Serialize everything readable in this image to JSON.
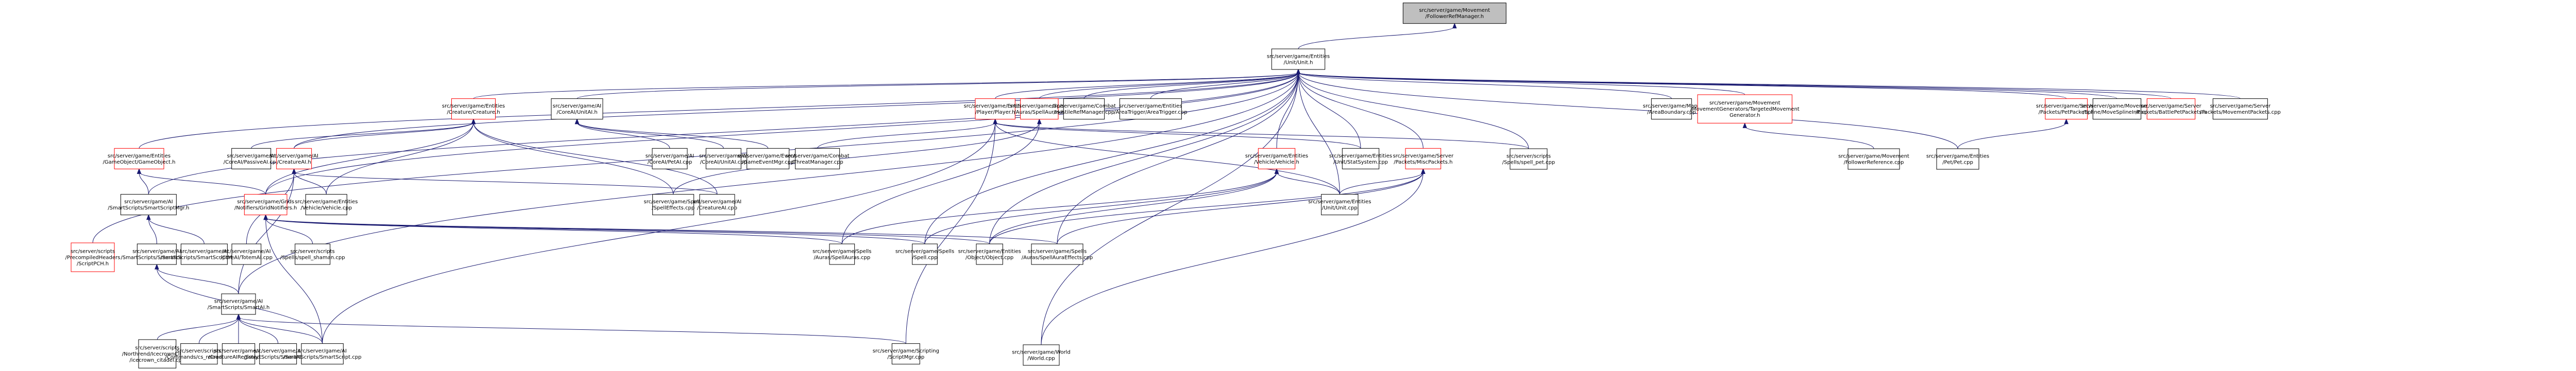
{
  "diagram": {
    "type": "include-dependency-graph",
    "colors": {
      "edge": "#191970",
      "root_fill": "#bfbfbf",
      "root_border": "#000000",
      "truncated_border": "#ff0000",
      "normal_border": "#000000",
      "node_fill": "#ffffff"
    },
    "nodes": [
      {
        "id": "root",
        "lines": [
          "src/server/game/Movement",
          "/FollowerRefManager.h"
        ],
        "kind": "root"
      },
      {
        "id": "unit_h",
        "lines": [
          "src/server/game/Entities",
          "/Unit/Unit.h"
        ],
        "kind": "normal"
      },
      {
        "id": "creature_h",
        "lines": [
          "src/server/game/Entities",
          "/Creature/Creature.h"
        ],
        "kind": "truncated"
      },
      {
        "id": "unitai_h",
        "lines": [
          "src/server/game/AI",
          "/CoreAI/UnitAI.h"
        ],
        "kind": "normal"
      },
      {
        "id": "player_h",
        "lines": [
          "src/server/game/Entities",
          "/Player/Player.h"
        ],
        "kind": "truncated"
      },
      {
        "id": "spellauras_h",
        "lines": [
          "src/server/game/Spells",
          "/Auras/SpellAuras.h"
        ],
        "kind": "truncated"
      },
      {
        "id": "hostileref_cpp",
        "lines": [
          "src/server/game/Combat",
          "/HostileRefManager.cpp"
        ],
        "kind": "normal"
      },
      {
        "id": "areatrigger_cpp",
        "lines": [
          "src/server/game/Entities",
          "/AreaTrigger/AreaTrigger.cpp"
        ],
        "kind": "normal"
      },
      {
        "id": "areaboundary_cpp",
        "lines": [
          "src/server/game/Maps",
          "/AreaBoundary.cpp"
        ],
        "kind": "normal"
      },
      {
        "id": "targetedmovgen_h",
        "lines": [
          "src/server/game/Movement",
          "/MovementGenerators/TargetedMovement",
          "Generator.h"
        ],
        "kind": "truncated"
      },
      {
        "id": "petpackets_h",
        "lines": [
          "src/server/game/Server",
          "/Packets/PetPackets.h"
        ],
        "kind": "truncated"
      },
      {
        "id": "movesplineinit_cpp",
        "lines": [
          "src/server/game/Movement",
          "/Spline/MoveSplineInit.cpp"
        ],
        "kind": "normal"
      },
      {
        "id": "battlepetpackets_h",
        "lines": [
          "src/server/game/Server",
          "/Packets/BattlePetPackets.h"
        ],
        "kind": "truncated"
      },
      {
        "id": "movementpackets_cpp",
        "lines": [
          "src/server/game/Server",
          "/Packets/MovementPackets.cpp"
        ],
        "kind": "normal"
      },
      {
        "id": "gameobject_h",
        "lines": [
          "src/server/game/Entities",
          "/GameObject/GameObject.h"
        ],
        "kind": "truncated"
      },
      {
        "id": "passiveai_cpp",
        "lines": [
          "src/server/game/AI",
          "/CoreAI/PassiveAI.cpp"
        ],
        "kind": "normal"
      },
      {
        "id": "creatureai_h",
        "lines": [
          "src/server/game/AI",
          "/CreatureAI.h"
        ],
        "kind": "truncated"
      },
      {
        "id": "petai_cpp",
        "lines": [
          "src/server/game/AI",
          "/CoreAI/PetAI.cpp"
        ],
        "kind": "normal"
      },
      {
        "id": "unitai_cpp",
        "lines": [
          "src/server/game/AI",
          "/CoreAI/UnitAI.cpp"
        ],
        "kind": "normal"
      },
      {
        "id": "gameeventmgr_cpp",
        "lines": [
          "src/server/game/Events",
          "/GameEventMgr.cpp"
        ],
        "kind": "normal"
      },
      {
        "id": "threatmanager_cpp",
        "lines": [
          "src/server/game/Combat",
          "/ThreatManager.cpp"
        ],
        "kind": "normal"
      },
      {
        "id": "vehicle_h",
        "lines": [
          "src/server/game/Entities",
          "/Vehicle/Vehicle.h"
        ],
        "kind": "truncated"
      },
      {
        "id": "statsystem_cpp",
        "lines": [
          "src/server/game/Entities",
          "/Unit/StatSystem.cpp"
        ],
        "kind": "normal"
      },
      {
        "id": "miscpackets_h",
        "lines": [
          "src/server/game/Server",
          "/Packets/MiscPackets.h"
        ],
        "kind": "truncated"
      },
      {
        "id": "spell_pet_cpp",
        "lines": [
          "src/server/scripts",
          "/Spells/spell_pet.cpp"
        ],
        "kind": "normal"
      },
      {
        "id": "followerref_cpp",
        "lines": [
          "src/server/game/Movement",
          "/FollowerReference.cpp"
        ],
        "kind": "normal"
      },
      {
        "id": "pet_cpp",
        "lines": [
          "src/server/game/Entities",
          "/Pet/Pet.cpp"
        ],
        "kind": "normal"
      },
      {
        "id": "smartscriptmgr_h",
        "lines": [
          "src/server/game/AI",
          "/SmartScripts/SmartScriptMgr.h"
        ],
        "kind": "normal"
      },
      {
        "id": "gridnotifiers_h",
        "lines": [
          "src/server/game/Grids",
          "/Notifiers/GridNotifiers.h"
        ],
        "kind": "truncated"
      },
      {
        "id": "vehicle_cpp",
        "lines": [
          "src/server/game/Entities",
          "/Vehicle/Vehicle.cpp"
        ],
        "kind": "normal"
      },
      {
        "id": "spelleffects_cpp",
        "lines": [
          "src/server/game/Spells",
          "/SpellEffects.cpp"
        ],
        "kind": "normal"
      },
      {
        "id": "creatureai_cpp",
        "lines": [
          "src/server/game/AI",
          "/CreatureAI.cpp"
        ],
        "kind": "normal"
      },
      {
        "id": "unit_cpp",
        "lines": [
          "src/server/game/Entities",
          "/Unit/Unit.cpp"
        ],
        "kind": "normal"
      },
      {
        "id": "precompiled_h",
        "lines": [
          "src/server/scripts",
          "/PrecompiledHeaders",
          "/ScriptPCH.h"
        ],
        "kind": "truncated"
      },
      {
        "id": "smartscript_h",
        "lines": [
          "src/server/game/AI",
          "/SmartScripts/SmartScript.h"
        ],
        "kind": "normal"
      },
      {
        "id": "smartscriptmgr_cpp",
        "lines": [
          "src/server/game/AI",
          "/SmartScripts/SmartScriptMgr.cpp"
        ],
        "kind": "normal"
      },
      {
        "id": "totemai_cpp",
        "lines": [
          "src/server/game/AI",
          "/CoreAI/TotemAI.cpp"
        ],
        "kind": "normal"
      },
      {
        "id": "spell_shaman_cpp",
        "lines": [
          "src/server/scripts",
          "/Spells/spell_shaman.cpp"
        ],
        "kind": "normal"
      },
      {
        "id": "spellauras_cpp",
        "lines": [
          "src/server/game/Spells",
          "/Auras/SpellAuras.cpp"
        ],
        "kind": "normal"
      },
      {
        "id": "spell_cpp",
        "lines": [
          "src/server/game/Spells",
          "/Spell.cpp"
        ],
        "kind": "normal"
      },
      {
        "id": "object_cpp",
        "lines": [
          "src/server/game/Entities",
          "/Object/Object.cpp"
        ],
        "kind": "normal"
      },
      {
        "id": "spellauraeffects_cpp",
        "lines": [
          "src/server/game/Spells",
          "/Auras/SpellAuraEffects.cpp"
        ],
        "kind": "normal"
      },
      {
        "id": "smartai_h",
        "lines": [
          "src/server/game/AI",
          "/SmartScripts/SmartAI.h"
        ],
        "kind": "normal"
      },
      {
        "id": "icecrown_cpp",
        "lines": [
          "src/server/scripts",
          "/Northrend/IcecrownCitadel",
          "/icecrown_citadel.cpp"
        ],
        "kind": "normal"
      },
      {
        "id": "cs_reload_cpp",
        "lines": [
          "src/server/scripts",
          "/Commands/cs_reload.cpp"
        ],
        "kind": "normal"
      },
      {
        "id": "creatureairegistry_cpp",
        "lines": [
          "src/server/game/AI",
          "/CreatureAIRegistry.cpp"
        ],
        "kind": "normal"
      },
      {
        "id": "smartai_cpp",
        "lines": [
          "src/server/game/AI",
          "/SmartScripts/SmartAI.cpp"
        ],
        "kind": "normal"
      },
      {
        "id": "smartscript_cpp",
        "lines": [
          "src/server/game/AI",
          "/SmartScripts/SmartScript.cpp"
        ],
        "kind": "normal"
      },
      {
        "id": "scriptmgr_cpp",
        "lines": [
          "src/server/game/Scripting",
          "/ScriptMgr.cpp"
        ],
        "kind": "normal"
      },
      {
        "id": "world_cpp",
        "lines": [
          "src/server/game/World",
          "/World.cpp"
        ],
        "kind": "normal"
      }
    ],
    "edges": [
      [
        "unit_h",
        "root"
      ],
      [
        "creature_h",
        "unit_h"
      ],
      [
        "unitai_h",
        "unit_h"
      ],
      [
        "player_h",
        "unit_h"
      ],
      [
        "spellauras_h",
        "unit_h"
      ],
      [
        "hostileref_cpp",
        "unit_h"
      ],
      [
        "areatrigger_cpp",
        "unit_h"
      ],
      [
        "areaboundary_cpp",
        "unit_h"
      ],
      [
        "targetedmovgen_h",
        "unit_h"
      ],
      [
        "petpackets_h",
        "unit_h"
      ],
      [
        "movesplineinit_cpp",
        "unit_h"
      ],
      [
        "battlepetpackets_h",
        "unit_h"
      ],
      [
        "movementpackets_cpp",
        "unit_h"
      ],
      [
        "gameobject_h",
        "unit_h"
      ],
      [
        "creatureai_h",
        "unit_h"
      ],
      [
        "vehicle_h",
        "unit_h"
      ],
      [
        "statsystem_cpp",
        "unit_h"
      ],
      [
        "miscpackets_h",
        "unit_h"
      ],
      [
        "spell_pet_cpp",
        "unit_h"
      ],
      [
        "pet_cpp",
        "unit_h"
      ],
      [
        "unit_cpp",
        "unit_h"
      ],
      [
        "smartscriptmgr_h",
        "unit_h"
      ],
      [
        "gridnotifiers_h",
        "unit_h"
      ],
      [
        "precompiled_h",
        "unit_h"
      ],
      [
        "smartai_h",
        "unit_h"
      ],
      [
        "world_cpp",
        "unit_h"
      ],
      [
        "object_cpp",
        "unit_h"
      ],
      [
        "spellauraeffects_cpp",
        "unit_h"
      ],
      [
        "spell_cpp",
        "unit_h"
      ],
      [
        "passiveai_cpp",
        "creature_h"
      ],
      [
        "creatureai_h",
        "creature_h"
      ],
      [
        "gridnotifiers_h",
        "creature_h"
      ],
      [
        "vehicle_cpp",
        "creature_h"
      ],
      [
        "spelleffects_cpp",
        "creature_h"
      ],
      [
        "creatureai_cpp",
        "creature_h"
      ],
      [
        "unitai_cpp",
        "unitai_h"
      ],
      [
        "petai_cpp",
        "unitai_h"
      ],
      [
        "gameeventmgr_cpp",
        "unitai_h"
      ],
      [
        "threatmanager_cpp",
        "player_h"
      ],
      [
        "spell_pet_cpp",
        "player_h"
      ],
      [
        "unit_cpp",
        "player_h"
      ],
      [
        "statsystem_cpp",
        "player_h"
      ],
      [
        "spellauras_cpp",
        "spellauras_h"
      ],
      [
        "spelleffects_cpp",
        "spellauras_h"
      ],
      [
        "followerref_cpp",
        "targetedmovgen_h"
      ],
      [
        "pet_cpp",
        "petpackets_h"
      ],
      [
        "smartscriptmgr_h",
        "gameobject_h"
      ],
      [
        "gridnotifiers_h",
        "gameobject_h"
      ],
      [
        "smartscript_h",
        "smartscriptmgr_h"
      ],
      [
        "smartscriptmgr_cpp",
        "smartscriptmgr_h"
      ],
      [
        "totemai_cpp",
        "creatureai_h"
      ],
      [
        "smartai_h",
        "creatureai_h"
      ],
      [
        "creatureai_cpp",
        "creatureai_h"
      ],
      [
        "vehicle_cpp",
        "creatureai_h"
      ],
      [
        "spell_shaman_cpp",
        "gridnotifiers_h"
      ],
      [
        "spellauras_cpp",
        "gridnotifiers_h"
      ],
      [
        "spell_cpp",
        "gridnotifiers_h"
      ],
      [
        "object_cpp",
        "gridnotifiers_h"
      ],
      [
        "spellauraeffects_cpp",
        "gridnotifiers_h"
      ],
      [
        "smartscript_cpp",
        "gridnotifiers_h"
      ],
      [
        "unit_cpp",
        "vehicle_h"
      ],
      [
        "spell_cpp",
        "vehicle_h"
      ],
      [
        "object_cpp",
        "vehicle_h"
      ],
      [
        "spellauras_cpp",
        "vehicle_h"
      ],
      [
        "unit_cpp",
        "miscpackets_h"
      ],
      [
        "object_cpp",
        "miscpackets_h"
      ],
      [
        "world_cpp",
        "miscpackets_h"
      ],
      [
        "spellauraeffects_cpp",
        "miscpackets_h"
      ],
      [
        "smartai_h",
        "smartscript_h"
      ],
      [
        "smartscript_cpp",
        "smartscript_h"
      ],
      [
        "icecrown_cpp",
        "smartai_h"
      ],
      [
        "cs_reload_cpp",
        "smartai_h"
      ],
      [
        "creatureairegistry_cpp",
        "smartai_h"
      ],
      [
        "smartai_cpp",
        "smartai_h"
      ],
      [
        "smartscript_cpp",
        "smartai_h"
      ],
      [
        "scriptmgr_cpp",
        "smartai_h"
      ],
      [
        "scriptmgr_cpp",
        "player_h"
      ],
      [
        "smartscript_cpp",
        "player_h"
      ]
    ]
  }
}
